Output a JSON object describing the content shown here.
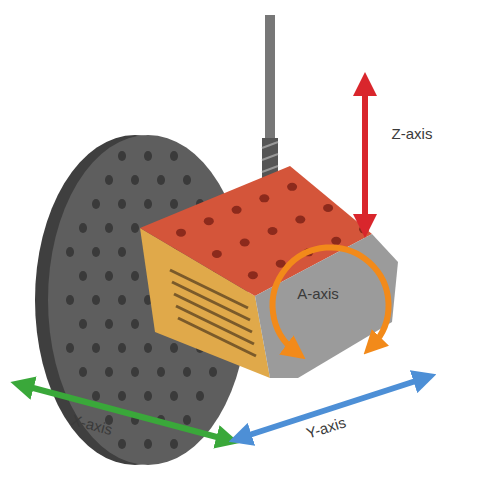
{
  "diagram": {
    "labels": [
      "Z-axis",
      "A-axis",
      "X-axis",
      "Y-axis"
    ]
  }
}
